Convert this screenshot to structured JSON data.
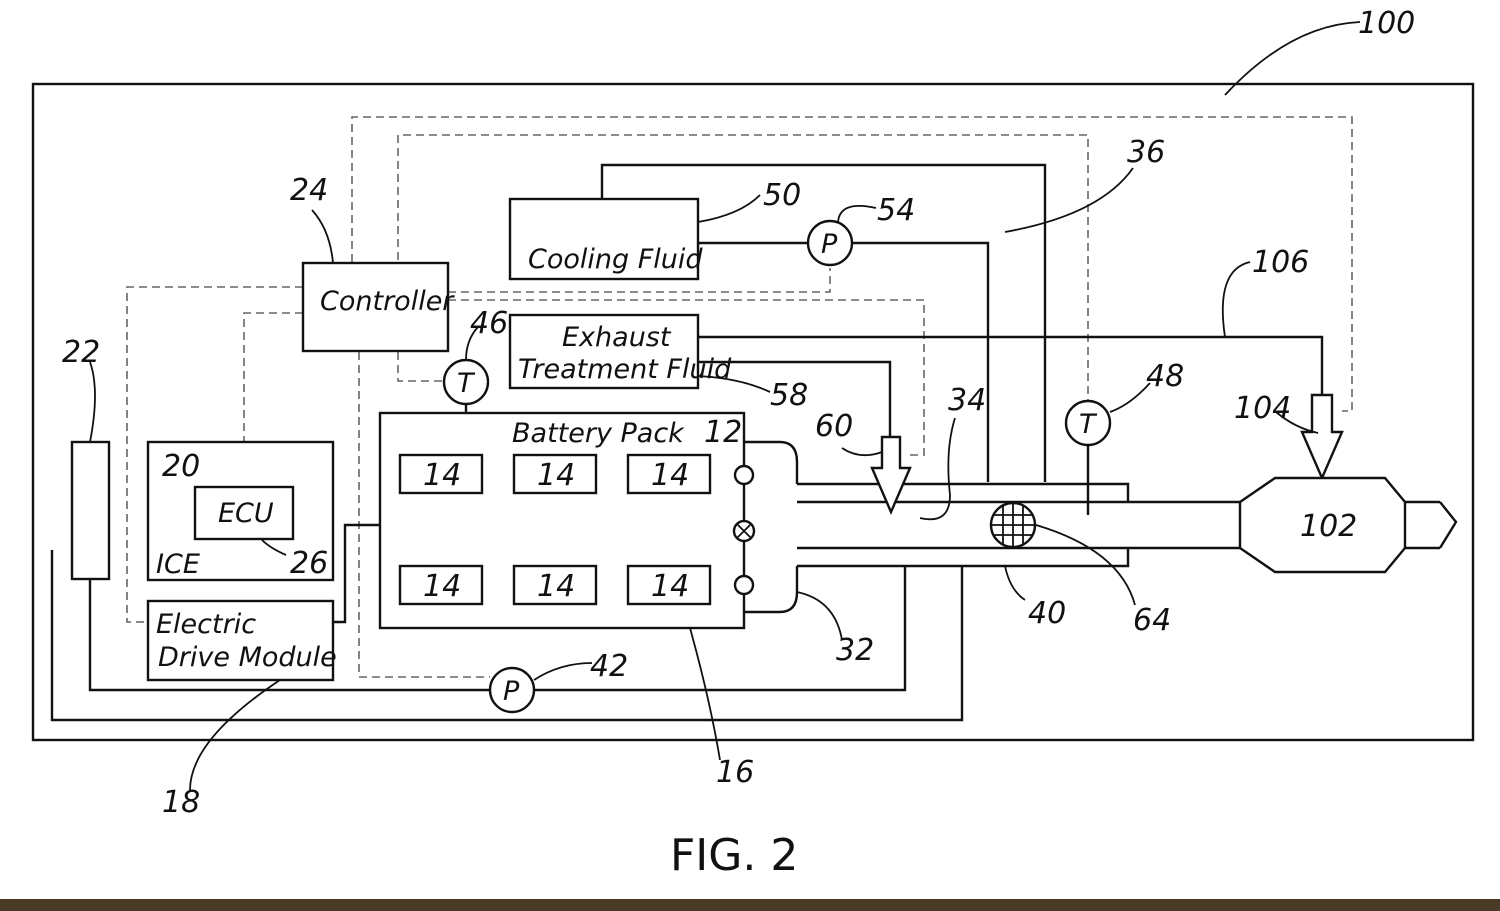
{
  "labels": {
    "controller": "Controller",
    "cooling_fluid": "Cooling Fluid",
    "exhaust_line1": "Exhaust",
    "exhaust_line2": "Treatment Fluid",
    "battery_pack": "Battery Pack",
    "ecu": "ECU",
    "ice": "ICE",
    "edm_line1": "Electric",
    "edm_line2": "Drive Module",
    "pump_symbol": "P",
    "temp_symbol": "T",
    "cell_number": "14",
    "figure_caption": "FIG. 2"
  },
  "refs": {
    "system": "100",
    "battery_pack": "12",
    "cell": "14",
    "housing": "16",
    "edm": "18",
    "ice": "20",
    "component_22": "22",
    "controller": "24",
    "ecu": "26",
    "outlet": "32",
    "inlet": "34",
    "loop": "36",
    "valve": "40",
    "pump_low": "42",
    "temp_sensor_battery": "46",
    "temp_sensor_exhaust": "48",
    "cooling_fluid": "50",
    "pump_cooling": "54",
    "exhaust_fluid": "58",
    "injector": "60",
    "mesh": "64",
    "catalyst": "102",
    "injector_catalyst": "104",
    "line_106": "106"
  }
}
